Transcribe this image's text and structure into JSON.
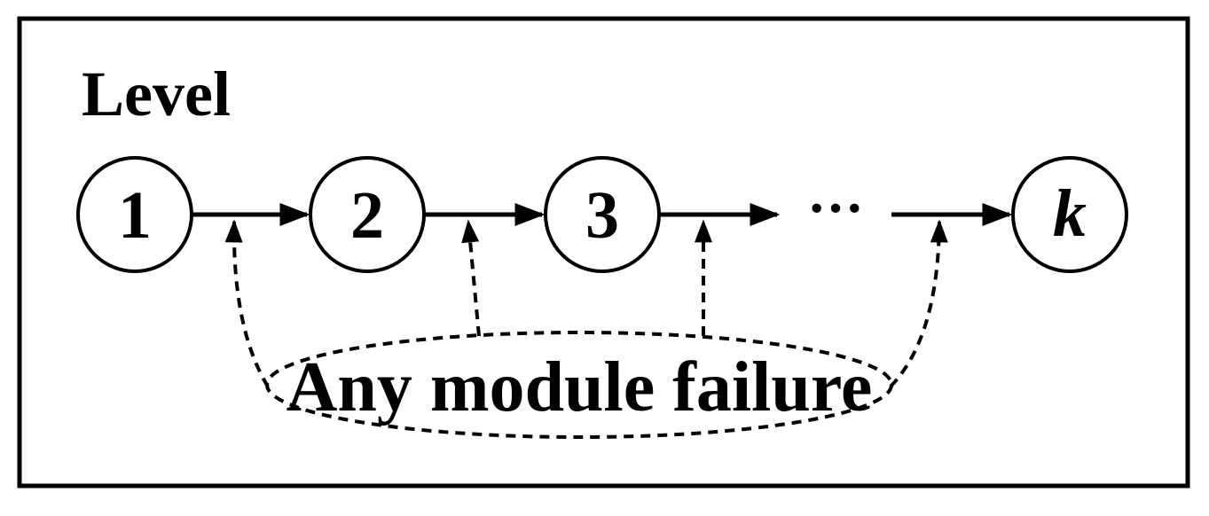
{
  "title": "Level",
  "nodes": [
    {
      "label": "1",
      "italic": false
    },
    {
      "label": "2",
      "italic": false
    },
    {
      "label": "3",
      "italic": false
    },
    {
      "label": "k",
      "italic": true
    }
  ],
  "ellipsis": "···",
  "cause": {
    "label": "Any module failure"
  },
  "colors": {
    "stroke": "#000000",
    "background": "#ffffff"
  }
}
